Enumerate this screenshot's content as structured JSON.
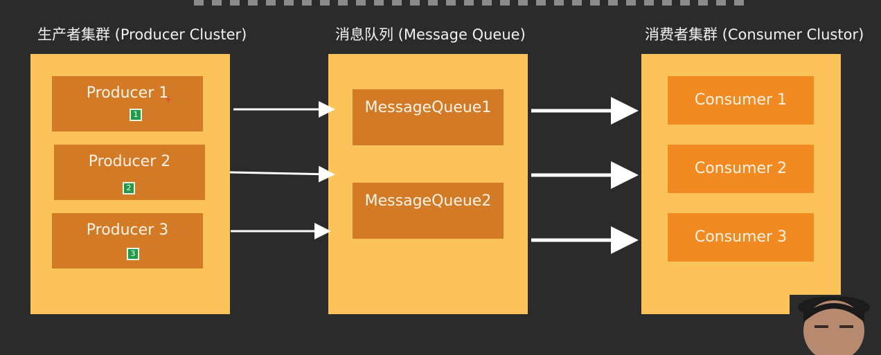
{
  "columns": {
    "producers": {
      "title": "生产者集群 (Producer Cluster)",
      "items": [
        {
          "label": "Producer 1",
          "badge": "1"
        },
        {
          "label": "Producer 2",
          "badge": "2"
        },
        {
          "label": "Producer 3",
          "badge": "3"
        }
      ]
    },
    "queues": {
      "title": "消息队列 (Message Queue)",
      "items": [
        {
          "label": "MessageQueue1"
        },
        {
          "label": "MessageQueue2"
        }
      ]
    },
    "consumers": {
      "title": "消费者集群 (Consumer Clustor)",
      "items": [
        {
          "label": "Consumer 1"
        },
        {
          "label": "Consumer 2"
        },
        {
          "label": "Consumer 3"
        }
      ]
    }
  },
  "colors": {
    "background": "#2b2b2b",
    "panel": "#fcc35a",
    "producer_box": "#d37a26",
    "queue_box": "#d37a26",
    "consumer_box": "#f28a22",
    "badge": "#1f9b4a",
    "arrow": "#ffffff"
  }
}
